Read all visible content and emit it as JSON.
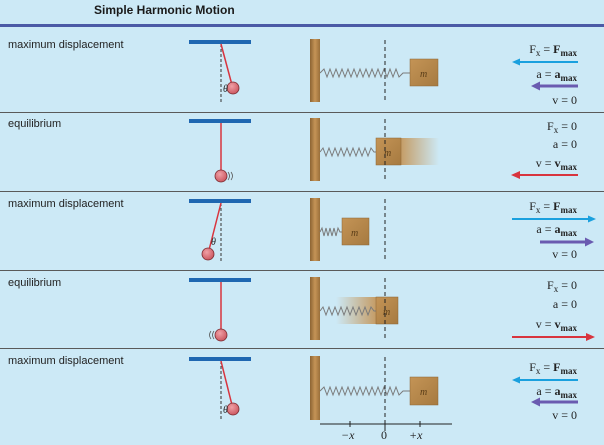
{
  "title": "Simple Harmonic Motion",
  "angle_symbol": "θ",
  "mass_symbol": "m",
  "rows": [
    {
      "label": "maximum displacement",
      "force": {
        "lhs": "F",
        "lhs_sub": "x",
        "rhs": "F",
        "rhs_sub": "max"
      },
      "accel": {
        "lhs": "a",
        "rhs": "a",
        "rhs_sub": "max"
      },
      "velocity": {
        "lhs": "v",
        "rhs": "0",
        "rhs_sub": ""
      }
    },
    {
      "label": "equilibrium",
      "force": {
        "lhs": "F",
        "lhs_sub": "x",
        "rhs": "0",
        "rhs_sub": ""
      },
      "accel": {
        "lhs": "a",
        "rhs": "0",
        "rhs_sub": ""
      },
      "velocity": {
        "lhs": "v",
        "rhs": "v",
        "rhs_sub": "max"
      }
    },
    {
      "label": "maximum displacement",
      "force": {
        "lhs": "F",
        "lhs_sub": "x",
        "rhs": "F",
        "rhs_sub": "max"
      },
      "accel": {
        "lhs": "a",
        "rhs": "a",
        "rhs_sub": "max"
      },
      "velocity": {
        "lhs": "v",
        "rhs": "0",
        "rhs_sub": ""
      }
    },
    {
      "label": "equilibrium",
      "force": {
        "lhs": "F",
        "lhs_sub": "x",
        "rhs": "0",
        "rhs_sub": ""
      },
      "accel": {
        "lhs": "a",
        "rhs": "0",
        "rhs_sub": ""
      },
      "velocity": {
        "lhs": "v",
        "rhs": "v",
        "rhs_sub": "max"
      }
    },
    {
      "label": "maximum displacement",
      "force": {
        "lhs": "F",
        "lhs_sub": "x",
        "rhs": "F",
        "rhs_sub": "max"
      },
      "accel": {
        "lhs": "a",
        "rhs": "a",
        "rhs_sub": "max"
      },
      "velocity": {
        "lhs": "v",
        "rhs": "0",
        "rhs_sub": ""
      }
    }
  ],
  "axis": {
    "minus": "−x",
    "zero": "0",
    "plus": "+x"
  },
  "colors": {
    "background": "#cce9f6",
    "ceiling": "#1f67b1",
    "string": "#d8343e",
    "bob": "#d96a72",
    "wall": "#b38445",
    "block": "#b8894a",
    "spring": "#7a7a7a",
    "force_arrow": "#1aa0de",
    "accel_arrow": "#6a5bb0",
    "velocity_arrow": "#d8343e"
  }
}
